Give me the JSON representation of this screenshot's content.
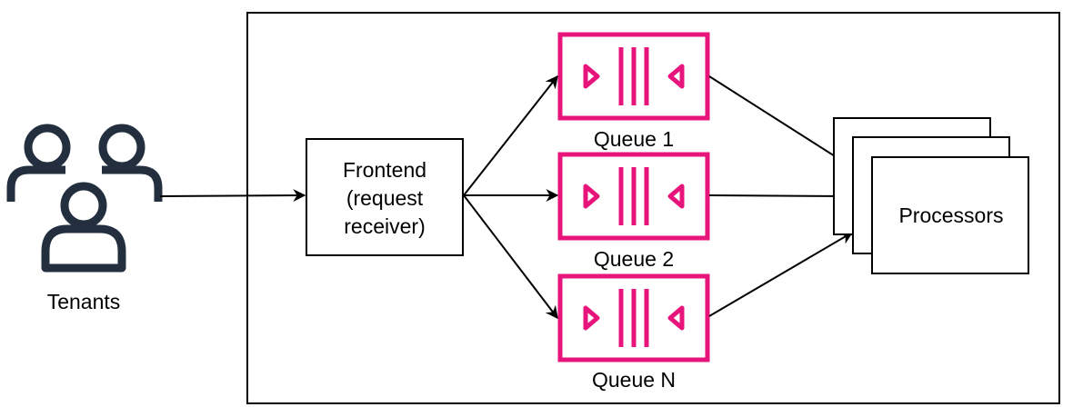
{
  "colors": {
    "queue": "#E7157B",
    "stroke": "#000000",
    "tenant_icon": "#232F3E",
    "background": "#FFFFFF"
  },
  "icons": {
    "tenants": "users-group-icon",
    "queue": "queue-icon"
  },
  "tenants": {
    "label": "Tenants"
  },
  "frontend": {
    "line1": "Frontend",
    "line2": "(request",
    "line3": "receiver)"
  },
  "queues": [
    {
      "label": "Queue 1"
    },
    {
      "label": "Queue 2"
    },
    {
      "label": "Queue N"
    }
  ],
  "processors": {
    "label": "Processors"
  }
}
